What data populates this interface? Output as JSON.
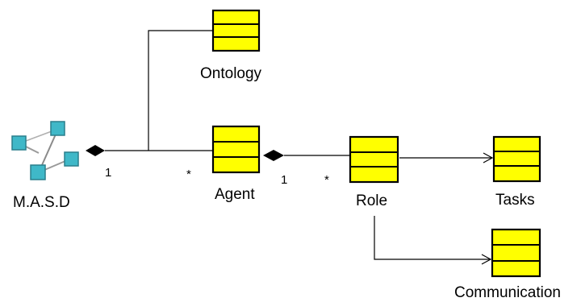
{
  "diagram": {
    "nodes": {
      "masd": {
        "label": "M.A.S.D",
        "icon": "network-icon"
      },
      "ontology": {
        "label": "Ontology"
      },
      "agent": {
        "label": "Agent"
      },
      "role": {
        "label": "Role"
      },
      "tasks": {
        "label": "Tasks"
      },
      "communication": {
        "label": "Communication"
      }
    },
    "multiplicities": {
      "masd_agent_source": "1",
      "masd_agent_target": "*",
      "agent_role_source": "1",
      "agent_role_target": "*"
    },
    "colors": {
      "class_fill": "#ffff00",
      "class_border": "#000000",
      "icon_fill": "#3fb8c8",
      "icon_border": "#2a7f8c"
    }
  }
}
